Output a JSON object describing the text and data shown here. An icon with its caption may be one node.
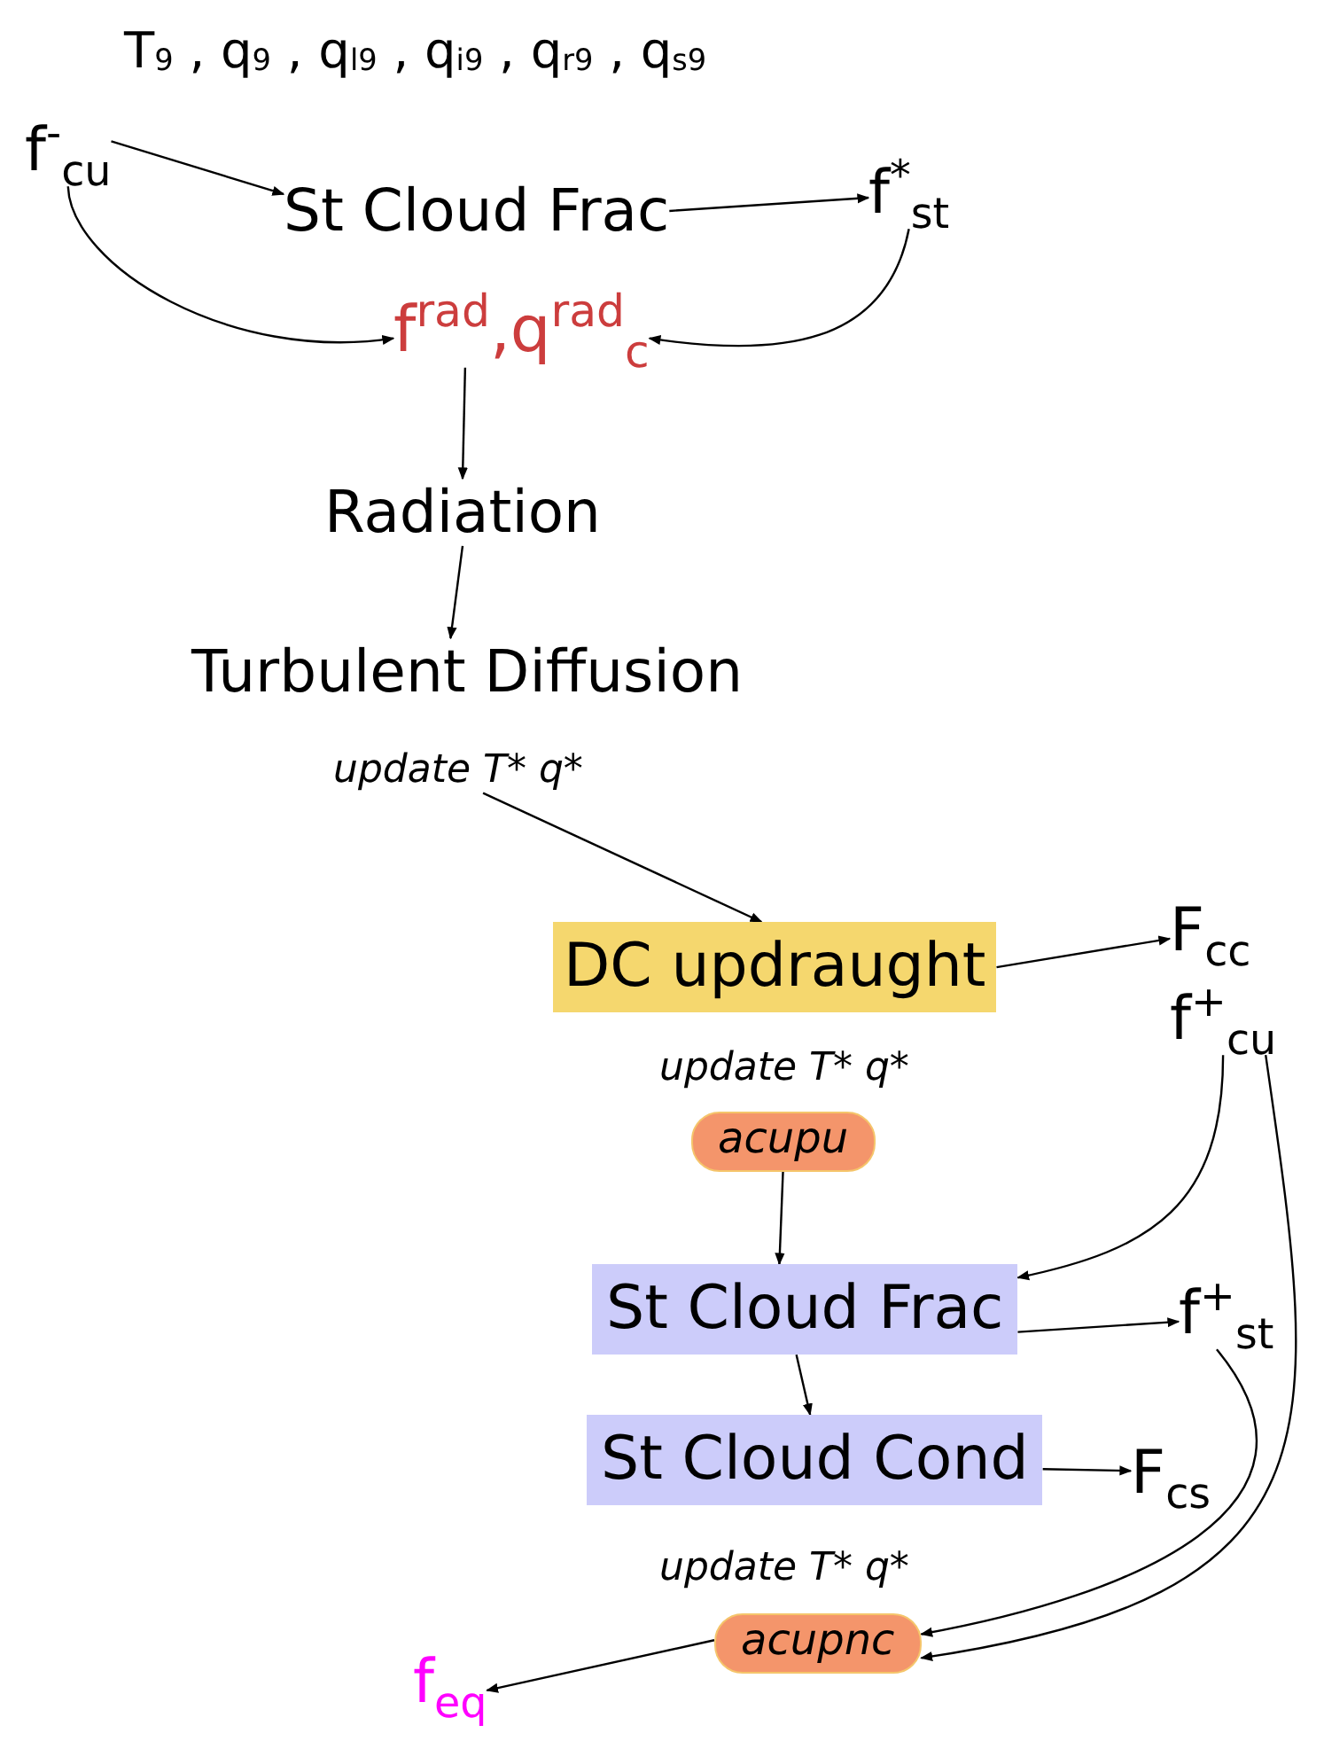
{
  "diagram": {
    "nodes": [
      {
        "text": [
          "f$^{-}$$_{cu}$"
        ]
      },
      {
        "text": [
          "St Cloud Frac"
        ]
      },
      {
        "text": [
          "f$^{*}$$_{st}$"
        ]
      },
      {
        "text": [
          "f$^{rad}$,q$^{rad}$$_{c}$"
        ]
      },
      {
        "text": [
          "Radiation"
        ]
      },
      {
        "text": [
          "Turbulent Diffusion"
        ]
      },
      {
        "text": [
          "update T* q*"
        ]
      },
      {
        "text": [
          "DC updraught"
        ]
      },
      {
        "text": [
          "F$_{cc}$"
        ]
      },
      {
        "text": [
          "f$^{+}$$_{cu}$"
        ]
      },
      {
        "text": [
          "acupu"
        ],
        "beside": [
          "update T* q*"
        ]
      },
      {
        "text": [
          "St Cloud Frac"
        ]
      },
      {
        "text": [
          "f$^{+}$$_{st}$"
        ]
      },
      {
        "text": [
          "St Cloud Cond"
        ]
      },
      {
        "text": [
          "F$_{cs}$"
        ]
      },
      {
        "text": [
          "acupnc"
        ],
        "beside": [
          "update T* q*"
        ]
      },
      {
        "text": [
          "f$_{eq}$"
        ]
      }
    ],
    "edges": [
      {
        "from": 0,
        "to": 1,
        "arrow": "to"
      },
      {
        "from": 1,
        "to": 2,
        "arrow": "to"
      },
      {
        "from": 0,
        "to": 3,
        "arrow": "to"
      },
      {
        "from": 2,
        "to": 3,
        "arrow": "to"
      },
      {
        "from": 3,
        "to": 4,
        "arrow": "to"
      },
      {
        "from": 4,
        "to": 5,
        "arrow": "to"
      },
      {
        "from": 6,
        "to": 7,
        "arrow": "to"
      },
      {
        "from": 7,
        "to": 8,
        "arrow": "to"
      },
      {
        "from": 10,
        "to": 11,
        "arrow": "to"
      },
      {
        "from": 9,
        "to": 11,
        "arrow": "to"
      },
      {
        "from": 11,
        "to": 12,
        "arrow": "to"
      },
      {
        "from": 11,
        "to": 13,
        "arrow": "to"
      },
      {
        "from": 13,
        "to": 14,
        "arrow": "to"
      },
      {
        "from": 12,
        "to": 15,
        "arrow": "to"
      },
      {
        "from": 9,
        "to": 15,
        "arrow": "to"
      },
      {
        "from": 15,
        "to": 16,
        "arrow": "to"
      }
    ],
    "labels": [
      "T$_{9}$ , q$_{9}$ , q$_{l9}$ , q$_{i9}$ , q$_{r9}$ , q$_{s9}$"
    ]
  }
}
